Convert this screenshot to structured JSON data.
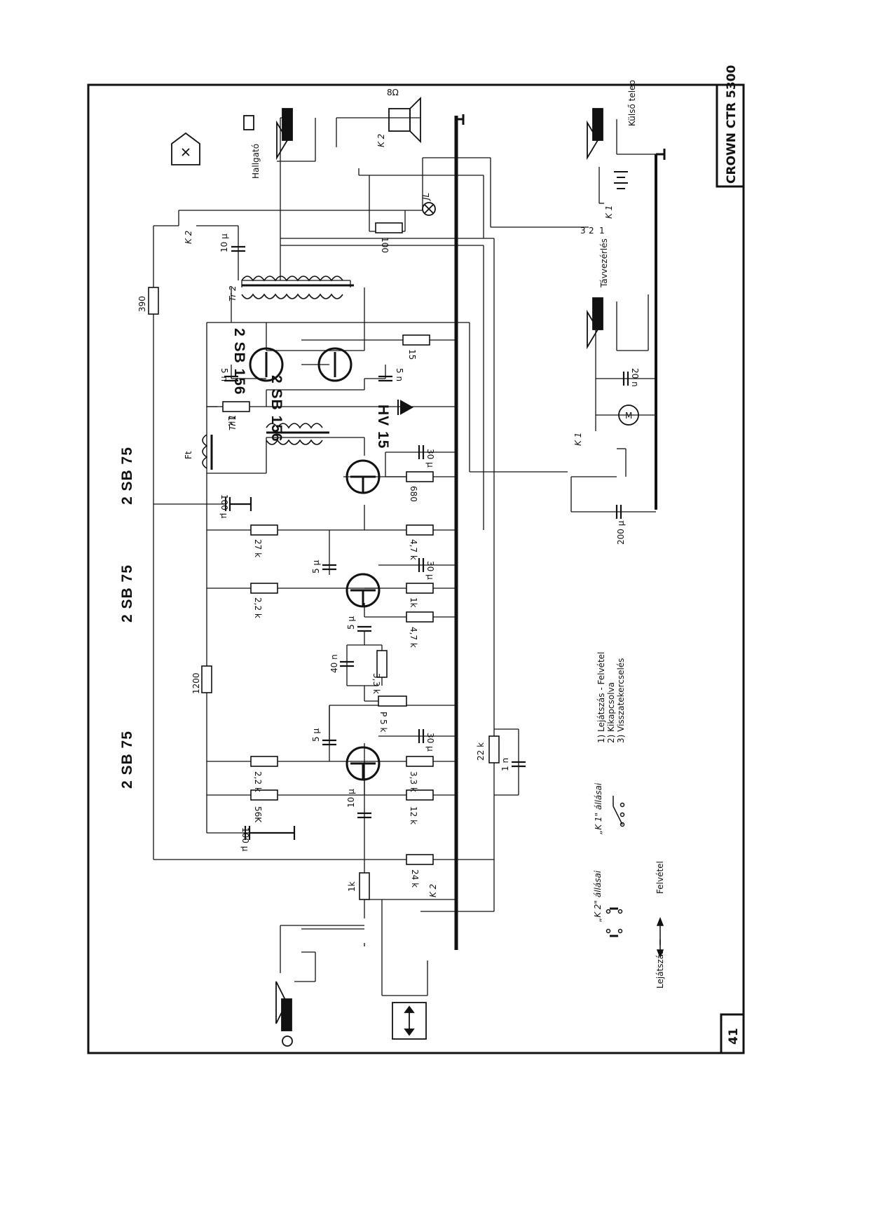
{
  "title": "CROWN CTR 5300",
  "page_number": "41",
  "transistors": {
    "stage1": "2 SB 75",
    "stage2": "2 SB 75",
    "stage3": "2 SB 75",
    "push_pull_a": "2 SB 156",
    "push_pull_b": "2 SB 156",
    "diode": "HV 15"
  },
  "resistors": {
    "r390": "390",
    "r1200": "1200",
    "r1k_in": "1k",
    "r24k": "24 k",
    "r56k": "56K",
    "r12k": "12 k",
    "r22k_a": "2,2 k",
    "r33k": "3,3 k",
    "r22k_b": "2,2 k",
    "r1k_b": "1k",
    "r47k_a": "4,7 k",
    "r27k": "27 k",
    "r47k_b": "4,7 k",
    "r680": "680",
    "r1k_c": "1k",
    "r15": "15",
    "r100": "100",
    "r33k_b": "3,3 k",
    "r22k_big": "22 k",
    "pot": "P 5 k"
  },
  "capacitors": {
    "c100u_a": "100 μ",
    "c10u": "10 μ",
    "c5u_a": "5 μ",
    "c30u_a": "30 μ",
    "c1n": "1 n",
    "c40n": "40 n",
    "c5u_b": "5 μ",
    "c5u_c": "5 μ",
    "c30u_b": "30 μ",
    "c100u_b": "100 μ",
    "c30u_c": "30 μ",
    "c5n_a": "5 n",
    "c5n_b": "5 n",
    "c10u_out": "10 μ",
    "c20n": "20 n",
    "c200u": "200 μ"
  },
  "misc": {
    "ft": "Ft",
    "tr1": "Tr 1",
    "tr2": "Tr 2",
    "k2_top": "K 2",
    "k2_left": "K 2",
    "k2_bottom": "K 2",
    "k1_top": "K 1",
    "k1_mid": "K 1",
    "speaker": "8Ω",
    "hallgato": "Hallgató",
    "jl": "JL",
    "kulso_telep": "Külső telep",
    "tavvezerles": "Távvezérlés",
    "motor": "M",
    "sw_num_3": "3",
    "sw_num_2": "2",
    "sw_num_1": "1"
  },
  "legend_k1": {
    "heading": "„K 1\" állásai",
    "items": [
      "1) Lejátszás - Felvétel",
      "2) Kikapcsolva",
      "3) Visszatekercselés"
    ]
  },
  "legend_k2": {
    "heading": "„K 2\" állásai",
    "left_label": "Lejátszás",
    "right_label": "Felvétel"
  }
}
